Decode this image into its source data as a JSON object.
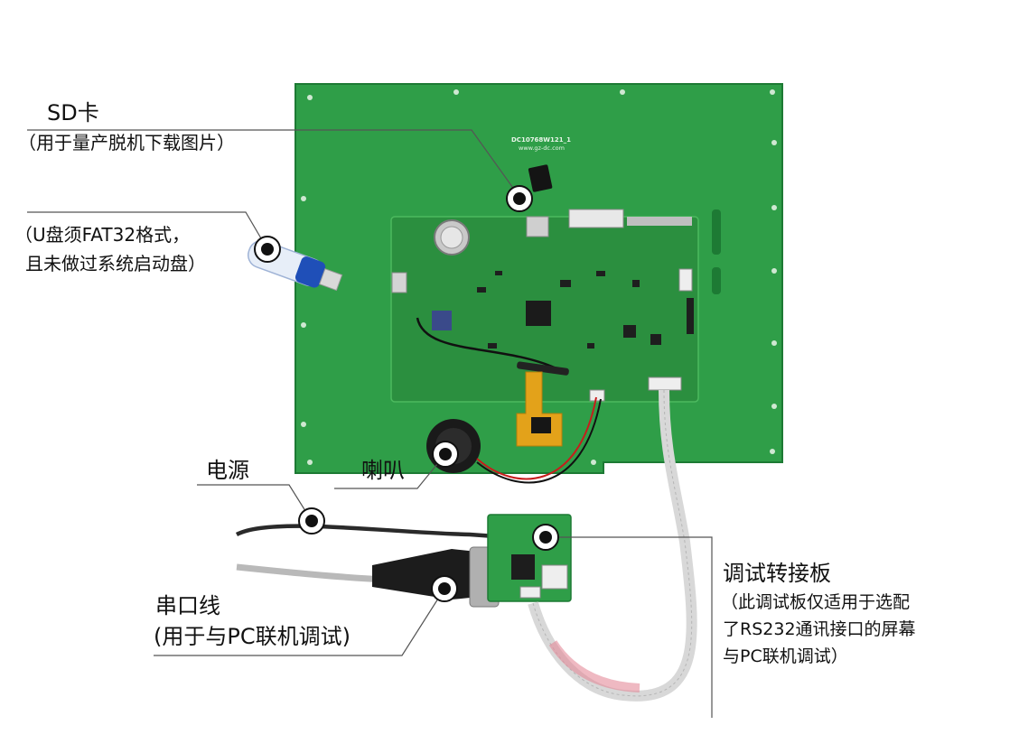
{
  "labels": {
    "sd_title": "SD卡",
    "sd_desc": "（用于量产脱机下载图片）",
    "usb_line1": "（U盘须FAT32格式，",
    "usb_line2": "且未做过系统启动盘）",
    "power": "电源",
    "speaker": "喇叭",
    "serial_title": "串口线",
    "serial_desc": "(用于与PC联机调试)",
    "adapter_title": "调试转接板",
    "adapter_line1": "（此调试板仅适用于选配",
    "adapter_line2": "了RS232通讯接口的屏幕",
    "adapter_line3": "与PC联机调试）"
  },
  "pcb_marking": {
    "model": "DC10768W121_1",
    "url": "www.gz-dc.com"
  },
  "colors": {
    "pcb_green": "#2f9e48",
    "pcb_edge": "#1d7a34",
    "inner_board": "#2b8f3f",
    "marker_ring": "#111111",
    "leader_line": "#555555"
  }
}
